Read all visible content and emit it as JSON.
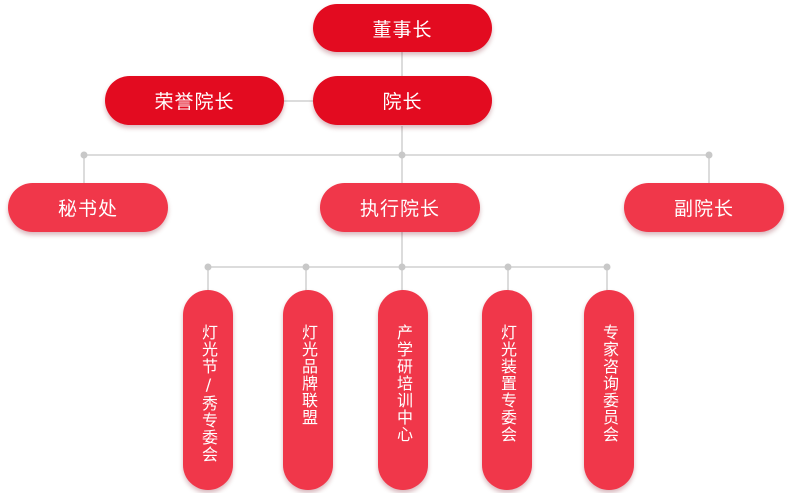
{
  "org_chart": {
    "chairman": "董事长",
    "honorary_president": "荣誉院长",
    "president": "院长",
    "secretariat": "秘书处",
    "executive_president": "执行院长",
    "vice_president": "副院长",
    "committees": [
      "灯光节/秀专委会",
      "灯光品牌联盟",
      "产学研培训中心",
      "灯光装置专委会",
      "专家咨询委员会"
    ]
  },
  "colors": {
    "primary": "#e30b20",
    "secondary": "#f0374a",
    "connector": "#c8c8c8"
  }
}
